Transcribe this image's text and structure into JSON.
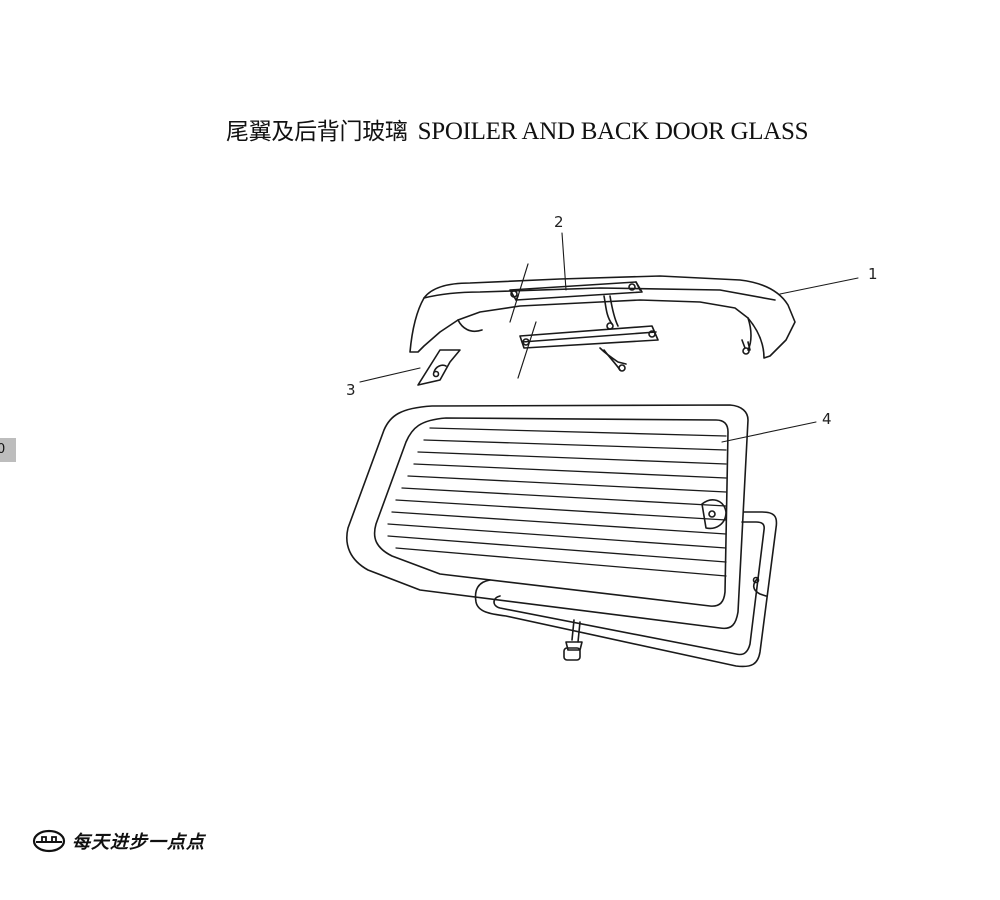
{
  "title": {
    "chinese": "尾翼及后背门玻璃",
    "english": "SPOILER AND BACK DOOR GLASS"
  },
  "side_tab": {
    "label": "0"
  },
  "callouts": [
    {
      "number": "1",
      "part": "spoiler"
    },
    {
      "number": "2",
      "part": "high-mount-stop-lamp"
    },
    {
      "number": "3",
      "part": "corner-cover"
    },
    {
      "number": "4",
      "part": "back-door-glass"
    }
  ],
  "footer": {
    "logo": "great-wall-logo-icon",
    "motto": "每天进步一点点"
  },
  "colors": {
    "line": "#1a1a1a",
    "tab": "#bdbdbd"
  }
}
